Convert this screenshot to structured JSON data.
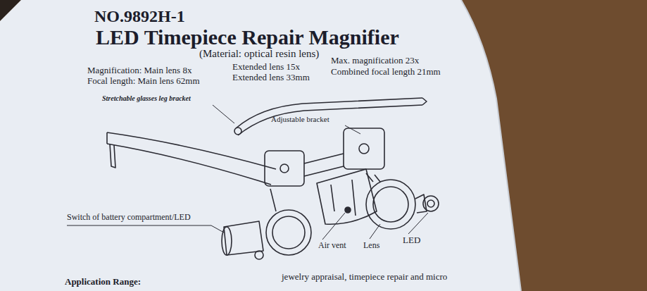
{
  "diagram": {
    "title": "LED Timepiece Repair Magnifier",
    "labels": [
      "NO.9892H-1",
      "(Material: optical resin lens)",
      "Magnification: Main lens 8x",
      "Focal length: Main lens 62mm",
      "Extended lens 15x",
      "Extended lens 33mm",
      "Max. magnification 23x",
      "Combined focal length 21mm",
      "Stretchable glasses leg bracket",
      "Adjustable bracket",
      "Switch of battery compartment/LED",
      "Air vent",
      "Lens",
      "LED",
      "Application Range:",
      "jewelry appraisal, timepiece repair and micro"
    ]
  }
}
